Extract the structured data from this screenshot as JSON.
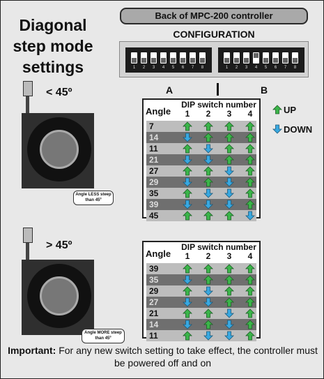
{
  "title": {
    "line1": "Diagonal",
    "line2": "step mode",
    "line3": "settings"
  },
  "header": {
    "banner": "Back of MPC-200 controller",
    "config_label": "CONFIGURATION"
  },
  "dip_banks": [
    {
      "states": [
        "down",
        "down",
        "down",
        "down",
        "down",
        "down",
        "down",
        "down"
      ],
      "numbers": [
        "1",
        "2",
        "3",
        "4",
        "5",
        "6",
        "7",
        "8"
      ]
    },
    {
      "states": [
        "down",
        "down",
        "down",
        "up",
        "down",
        "down",
        "down",
        "down"
      ],
      "numbers": [
        "1",
        "2",
        "3",
        "4",
        "5",
        "6",
        "7",
        "8"
      ]
    }
  ],
  "bank_labels": {
    "a": "A",
    "b": "B"
  },
  "legend": {
    "up": "UP",
    "down": "DOWN",
    "up_color": "#3bb54a",
    "down_color": "#39a8e0"
  },
  "section_lt": {
    "label": "< 45º",
    "callout": "Angle LESS steep than 45º",
    "table": {
      "angle_header": "Angle",
      "dip_header": "DIP switch number",
      "numbers": [
        "1",
        "2",
        "3",
        "4"
      ],
      "rows": [
        {
          "angle": "7",
          "shade": "light",
          "arrows": [
            "up",
            "up",
            "up",
            "up"
          ]
        },
        {
          "angle": "14",
          "shade": "dark",
          "arrows": [
            "down",
            "up",
            "up",
            "up"
          ]
        },
        {
          "angle": "11",
          "shade": "light",
          "arrows": [
            "up",
            "down",
            "up",
            "up"
          ]
        },
        {
          "angle": "21",
          "shade": "dark",
          "arrows": [
            "down",
            "down",
            "up",
            "up"
          ]
        },
        {
          "angle": "27",
          "shade": "light",
          "arrows": [
            "up",
            "up",
            "down",
            "up"
          ]
        },
        {
          "angle": "29",
          "shade": "dark",
          "arrows": [
            "down",
            "up",
            "down",
            "up"
          ]
        },
        {
          "angle": "35",
          "shade": "light",
          "arrows": [
            "up",
            "down",
            "down",
            "up"
          ]
        },
        {
          "angle": "39",
          "shade": "dark",
          "arrows": [
            "down",
            "down",
            "down",
            "up"
          ]
        },
        {
          "angle": "45",
          "shade": "light",
          "arrows": [
            "up",
            "up",
            "up",
            "down"
          ]
        }
      ]
    }
  },
  "section_gt": {
    "label": "> 45º",
    "callout": "Angle MORE steep than 45º",
    "table": {
      "angle_header": "Angle",
      "dip_header": "DIP switch number",
      "numbers": [
        "1",
        "2",
        "3",
        "4"
      ],
      "rows": [
        {
          "angle": "39",
          "shade": "light",
          "arrows": [
            "up",
            "up",
            "up",
            "up"
          ]
        },
        {
          "angle": "35",
          "shade": "dark",
          "arrows": [
            "down",
            "up",
            "up",
            "up"
          ]
        },
        {
          "angle": "29",
          "shade": "light",
          "arrows": [
            "up",
            "down",
            "up",
            "up"
          ]
        },
        {
          "angle": "27",
          "shade": "dark",
          "arrows": [
            "down",
            "down",
            "up",
            "up"
          ]
        },
        {
          "angle": "21",
          "shade": "light",
          "arrows": [
            "up",
            "up",
            "down",
            "up"
          ]
        },
        {
          "angle": "14",
          "shade": "dark",
          "arrows": [
            "down",
            "up",
            "down",
            "up"
          ]
        },
        {
          "angle": "11",
          "shade": "light",
          "arrows": [
            "up",
            "down",
            "down",
            "up"
          ]
        }
      ]
    }
  },
  "important": {
    "label": "Important:",
    "text": " For any new switch setting to take effect, the controller must be powered off and on"
  }
}
